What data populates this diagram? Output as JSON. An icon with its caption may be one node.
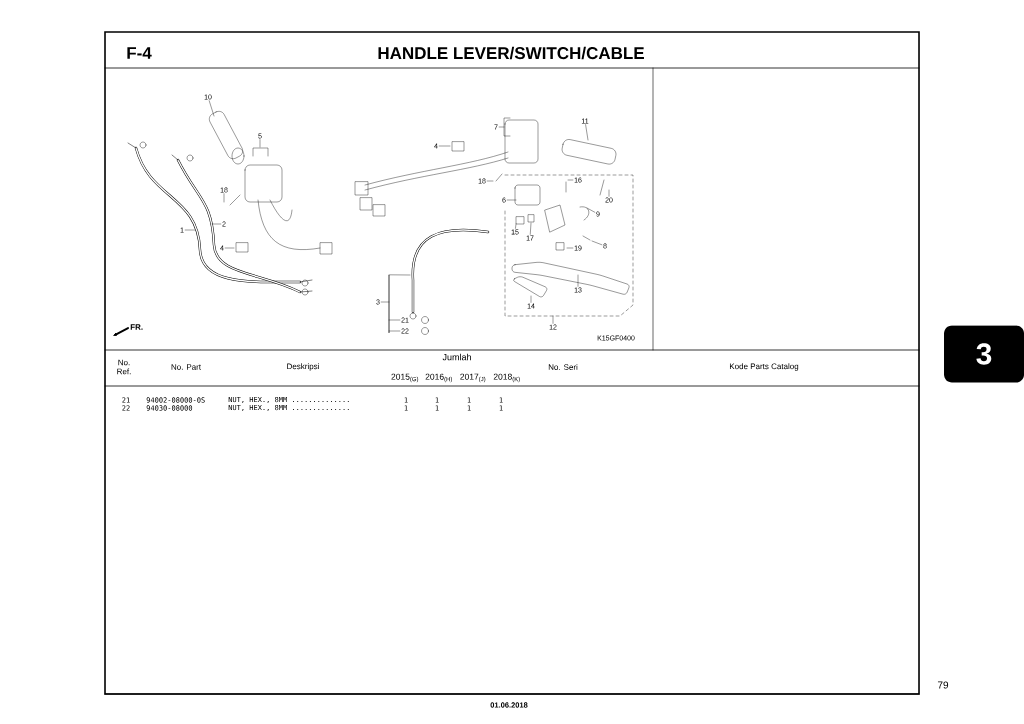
{
  "diagram": {
    "title": "HANDLE LEVER/SWITCH/CABLE",
    "nodes": [
      {
        "text": [
          "10"
        ]
      },
      {
        "text": [
          "5"
        ]
      },
      {
        "text": [
          "18"
        ]
      },
      {
        "text": [
          "2"
        ]
      },
      {
        "text": [
          "1"
        ]
      },
      {
        "text": [
          "4"
        ]
      },
      {
        "text": [
          "7"
        ]
      },
      {
        "text": [
          "4"
        ]
      },
      {
        "text": [
          "11"
        ]
      },
      {
        "text": [
          "18"
        ]
      },
      {
        "text": [
          "6"
        ]
      },
      {
        "text": [
          "16"
        ]
      },
      {
        "text": [
          "20"
        ]
      },
      {
        "text": [
          "9"
        ]
      },
      {
        "text": [
          "15"
        ]
      },
      {
        "text": [
          "17"
        ]
      },
      {
        "text": [
          "19"
        ]
      },
      {
        "text": [
          "8"
        ]
      },
      {
        "text": [
          "13"
        ]
      },
      {
        "text": [
          "14"
        ]
      },
      {
        "text": [
          "12"
        ]
      },
      {
        "text": [
          "3"
        ]
      },
      {
        "text": [
          "21"
        ]
      },
      {
        "text": [
          "22"
        ]
      },
      {
        "text": [
          "3"
        ]
      },
      {
        "text": [],
        "shape": "bar"
      }
    ],
    "edges": [
      {
        "from": 0,
        "to": null,
        "arrow": "none"
      },
      {
        "from": 1,
        "to": null,
        "arrow": "none"
      },
      {
        "from": 2,
        "to": null,
        "arrow": "none"
      },
      {
        "from": 3,
        "to": null,
        "arrow": "none"
      },
      {
        "from": 4,
        "to": null,
        "arrow": "none"
      },
      {
        "from": 5,
        "to": null,
        "arrow": "none"
      },
      {
        "from": 6,
        "to": null,
        "arrow": "none"
      },
      {
        "from": 7,
        "to": null,
        "arrow": "none"
      },
      {
        "from": 8,
        "to": null,
        "arrow": "none"
      },
      {
        "from": 9,
        "to": null,
        "arrow": "none"
      },
      {
        "from": 10,
        "to": null,
        "arrow": "none"
      },
      {
        "from": 11,
        "to": null,
        "arrow": "none"
      },
      {
        "from": 12,
        "to": null,
        "arrow": "none"
      },
      {
        "from": 13,
        "to": null,
        "arrow": "none"
      },
      {
        "from": 14,
        "to": null,
        "arrow": "none"
      },
      {
        "from": 15,
        "to": null,
        "arrow": "none"
      },
      {
        "from": 16,
        "to": null,
        "arrow": "none"
      },
      {
        "from": 17,
        "to": null,
        "arrow": "none"
      },
      {
        "from": 18,
        "to": null,
        "arrow": "none"
      },
      {
        "from": 19,
        "to": null,
        "arrow": "none"
      },
      {
        "from": 20,
        "to": null,
        "arrow": "none"
      },
      {
        "from": 21,
        "to": 25,
        "arrow": "none"
      },
      {
        "from": 22,
        "to": 25,
        "arrow": "none"
      },
      {
        "from": 23,
        "to": 25,
        "arrow": "none"
      },
      {
        "from": 25,
        "to": null,
        "arrow": "none"
      }
    ],
    "labels": [
      "F-4",
      "FR.",
      "K15GF0400",
      "No. Ref.",
      "No. Part",
      "Deskripsi",
      "Jumlah",
      "2015$_{(G)}$",
      "2016$_{(H)}$",
      "2017$_{(J)}$",
      "2018$_{(K)}$",
      "No. Seri",
      "Kode Parts Catalog",
      "21",
      "94002-08000-0S",
      "NUT, HEX., 8MM ..............",
      "1",
      "1",
      "1",
      "1",
      "22",
      "94030-08000",
      "NUT, HEX., 8MM ..............",
      "1",
      "1",
      "1",
      "1",
      "79",
      "01.06.2018"
    ]
  }
}
